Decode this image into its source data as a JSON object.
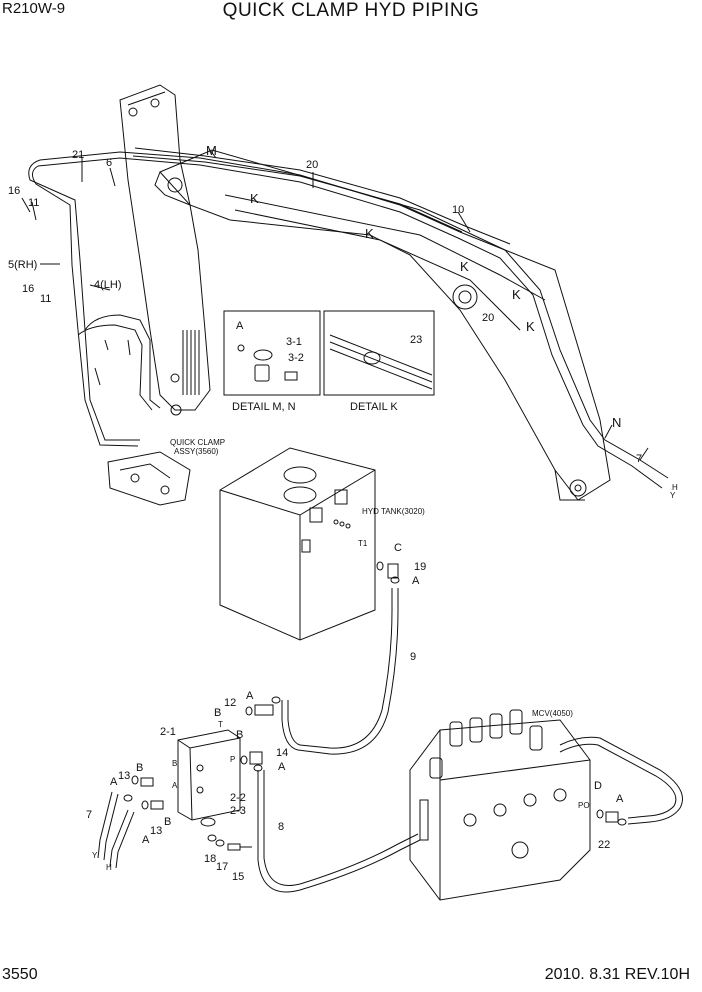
{
  "header": {
    "model": "R210W-9",
    "title": "QUICK CLAMP HYD PIPING"
  },
  "footer": {
    "page_number": "3550",
    "revision": "2010. 8.31  REV.10H"
  },
  "callouts": {
    "c21": "21",
    "c6": "6",
    "c16a": "16",
    "c11a": "11",
    "c5rh": "5(RH)",
    "c4lh": "4(LH)",
    "c16b": "16",
    "c11b": "11",
    "cM": "M",
    "c20a": "20",
    "cK1": "K",
    "cK2": "K",
    "c10": "10",
    "cK3": "K",
    "cK4": "K",
    "c20b": "20",
    "cK5": "K",
    "cN": "N",
    "c7a": "7",
    "cH1": "H",
    "cY1": "Y",
    "c9": "9",
    "c19": "19",
    "cA1": "A",
    "cC": "C",
    "cT1": "T1",
    "c12": "12",
    "cA2": "A",
    "cB1": "B",
    "cT": "T",
    "cB2": "B",
    "c21b": "2-1",
    "c14": "14",
    "cA3": "A",
    "c8": "8",
    "c22b": "2-2",
    "c23b": "2-3",
    "cA4": "A",
    "c13a": "13",
    "cB3": "B",
    "c7b": "7",
    "c13b": "13",
    "cB4": "B",
    "cA5": "A",
    "cY2": "Y",
    "cH2": "H",
    "c18": "18",
    "c17": "17",
    "c15": "15",
    "cB5": "B",
    "cP": "P",
    "cAport": "A",
    "mcv": "MCV(4050)",
    "cD": "D",
    "cPO": "PO",
    "cA6": "A",
    "c22": "22"
  },
  "detail_mn": {
    "label": "DETAIL M, N",
    "c_a": "A",
    "c31": "3-1",
    "c32": "3-2"
  },
  "detail_k": {
    "label": "DETAIL K",
    "c23": "23"
  },
  "quick_clamp": {
    "line1": "QUICK CLAMP",
    "line2": "ASSY(3560)"
  },
  "hyd_tank": {
    "label": "HYD TANK(3020)"
  }
}
